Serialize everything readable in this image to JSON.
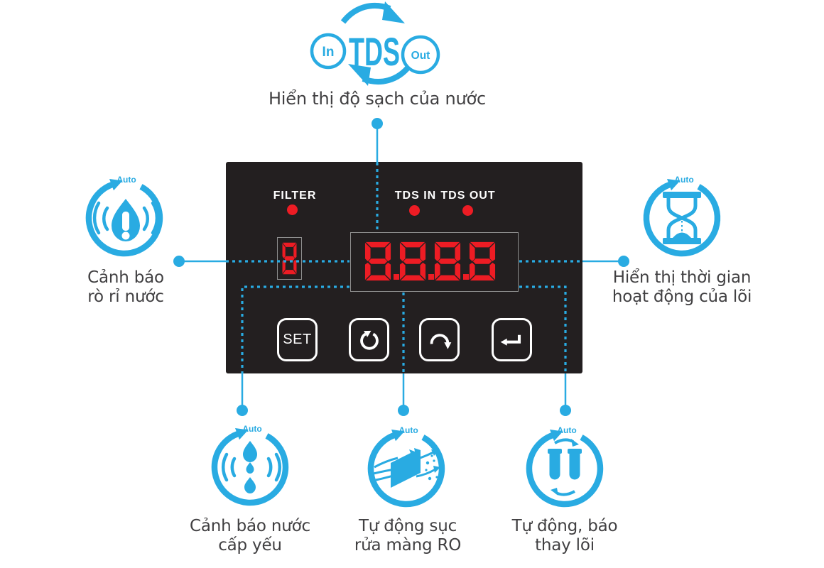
{
  "logo": {
    "in_label": "In",
    "title": "TDS",
    "out_label": "Out"
  },
  "caption": "Hiển thị độ sạch của nước",
  "panel": {
    "filter_label": "FILTER",
    "tds_in_label": "TDS IN",
    "tds_out_label": "TDS OUT",
    "sub_digit": "8",
    "display_value": "8.8.8.8",
    "set_button_label": "SET"
  },
  "features": [
    {
      "name": "leak-warning",
      "auto_label": "Auto",
      "label_lines": [
        "Cảnh báo",
        "rò rỉ nước"
      ]
    },
    {
      "name": "core-operating-time",
      "auto_label": "Auto",
      "label_lines": [
        "Hiển thị thời gian",
        "hoạt động của lõi"
      ]
    },
    {
      "name": "weak-supply-warning",
      "auto_label": "Auto",
      "label_lines": [
        "Cảnh báo nước",
        "cấp yếu"
      ]
    },
    {
      "name": "ro-membrane-flush",
      "auto_label": "Auto",
      "label_lines": [
        "Tự động sục",
        "rửa màng RO"
      ]
    },
    {
      "name": "core-replacement",
      "auto_label": "Auto",
      "label_lines": [
        "Tự động, báo",
        "thay lõi"
      ]
    }
  ],
  "colors": {
    "accent": "#29abe2",
    "led_red": "#ed1c24",
    "panel_bg": "#231f20",
    "text_gray": "#414042"
  }
}
